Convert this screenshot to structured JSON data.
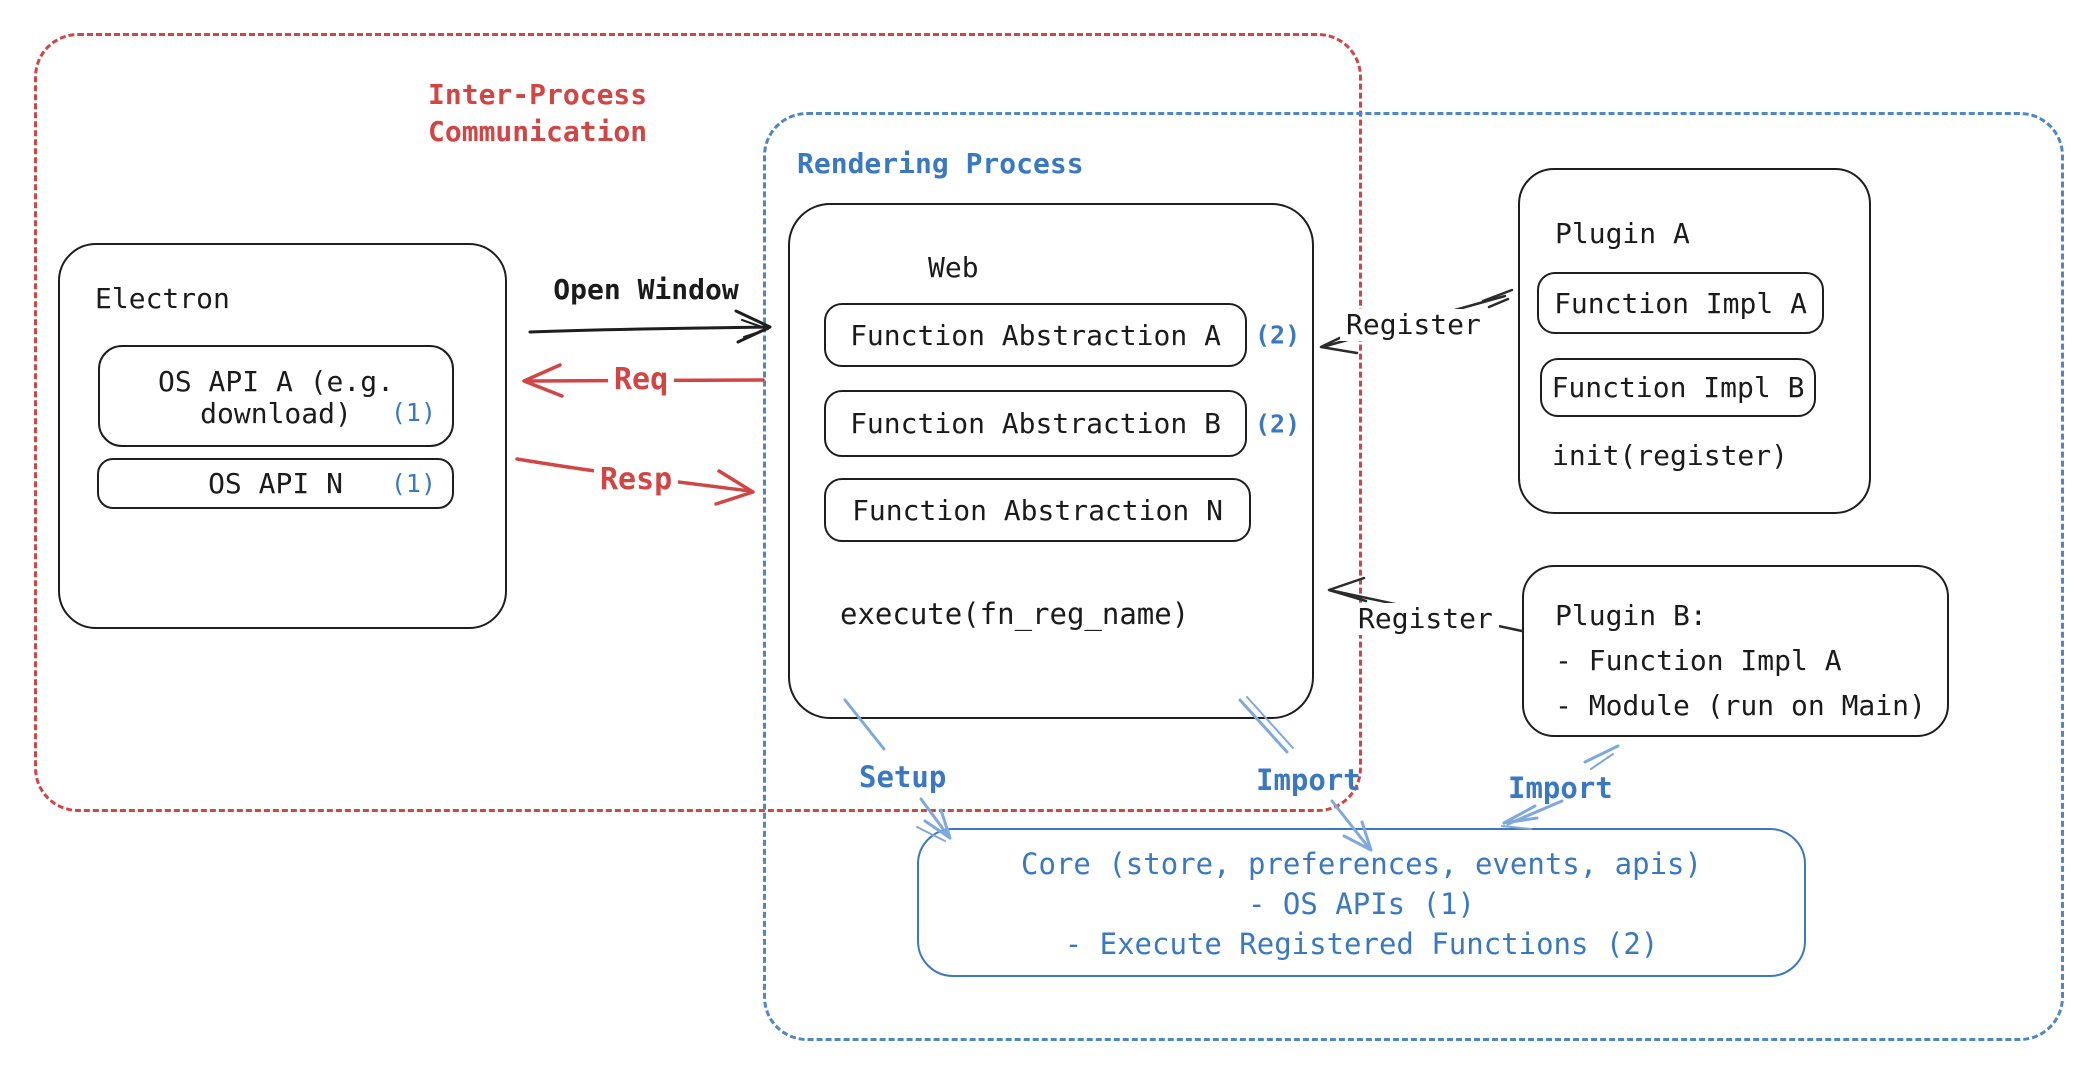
{
  "diagram": {
    "ipc": {
      "line1": "Inter-Process",
      "line2": "Communication"
    },
    "rendering_label": "Rendering Process",
    "electron": {
      "title": "Electron",
      "api_a_line1": "OS API A (e.g.",
      "api_a_line2": "download)",
      "api_a_ref": "(1)",
      "api_n_label": "OS API N",
      "api_n_ref": "(1)"
    },
    "web": {
      "title": "Web",
      "rows": [
        {
          "label": "Function Abstraction A",
          "ref": "(2)"
        },
        {
          "label": "Function Abstraction B",
          "ref": "(2)"
        },
        {
          "label": "Function Abstraction N",
          "ref": ""
        }
      ],
      "footer": "execute(fn_reg_name)"
    },
    "plugin_a": {
      "title": "Plugin A",
      "impl_a": "Function Impl A",
      "impl_b": "Function Impl B",
      "footer": "init(register)"
    },
    "plugin_b": {
      "lines": [
        "Plugin B:",
        "- Function Impl A",
        "- Module (run on Main)"
      ]
    },
    "core": {
      "lines": [
        "Core (store, preferences, events, apis)",
        "- OS APIs (1)",
        "- Execute Registered Functions (2)"
      ]
    },
    "arrows": {
      "open_window": "Open Window",
      "req": "Req",
      "resp": "Resp",
      "register_top": "Register",
      "register_bottom": "Register",
      "setup": "Setup",
      "import_web": "Import",
      "import_plugin": "Import"
    },
    "colors": {
      "red": "#d14545",
      "blue": "#3a78c2",
      "light_blue": "#7fa9dd",
      "ink": "#1e1e1e"
    }
  }
}
